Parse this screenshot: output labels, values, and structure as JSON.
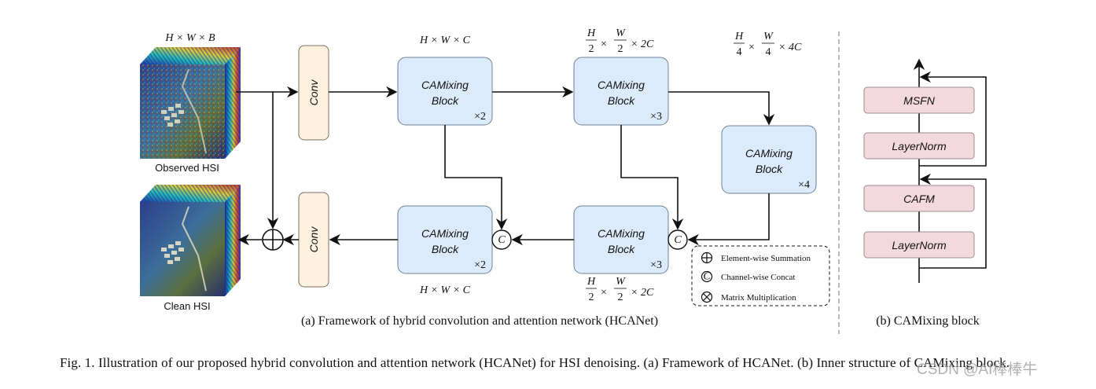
{
  "images": {
    "observed_label": "Observed HSI",
    "clean_label": "Clean HSI",
    "input_dims": "H × W × B"
  },
  "framework": {
    "conv_top": "Conv",
    "conv_bottom": "Conv",
    "blocks": [
      {
        "line1": "CAMixing",
        "line2": "Block",
        "mult": "×2"
      },
      {
        "line1": "CAMixing",
        "line2": "Block",
        "mult": "×3"
      },
      {
        "line1": "CAMixing",
        "line2": "Block",
        "mult": "×4"
      },
      {
        "line1": "CAMixing",
        "line2": "Block",
        "mult": "×3"
      },
      {
        "line1": "CAMixing",
        "line2": "Block",
        "mult": "×2"
      }
    ],
    "dims": {
      "top_1": "H × W × C",
      "top_2_num_h": "H",
      "top_2_den_h": "2",
      "top_2_num_w": "W",
      "top_2_den_w": "2",
      "top_2_tail": "× 2C",
      "top_3_num_h": "H",
      "top_3_den_h": "4",
      "top_3_num_w": "W",
      "top_3_den_w": "4",
      "top_3_tail": "× 4C",
      "bottom_1": "H × W × C",
      "bottom_2_num_h": "H",
      "bottom_2_den_h": "2",
      "bottom_2_num_w": "W",
      "bottom_2_den_w": "2",
      "bottom_2_tail": "× 2C"
    },
    "concat_symbol": "C",
    "legend": [
      {
        "icon": "circle-plus-icon",
        "label": "Element-wise Summation"
      },
      {
        "icon": "circle-c-icon",
        "label": "Channel-wise Concat"
      },
      {
        "icon": "circle-times-icon",
        "label": "Matrix Multiplication"
      }
    ],
    "caption": "(a) Framework of hybrid convolution and attention network (HCANet)"
  },
  "camixing": {
    "layers": [
      "MSFN",
      "LayerNorm",
      "CAFM",
      "LayerNorm"
    ],
    "caption": "(b) CAMixing block"
  },
  "figure_caption": "Fig. 1.  Illustration of our proposed hybrid convolution and attention network (HCANet) for HSI denoising. (a) Framework of HCANet. (b) Inner structure of CAMixing block.",
  "watermark": "CSDN @AI棒棒牛",
  "colors": {
    "conv_fill": "#fdf2df",
    "block_fill": "#dcebfb",
    "block_stroke": "#6f7f92",
    "layer_fill": "#f3d9de",
    "layer_stroke": "#9a8a8e"
  }
}
